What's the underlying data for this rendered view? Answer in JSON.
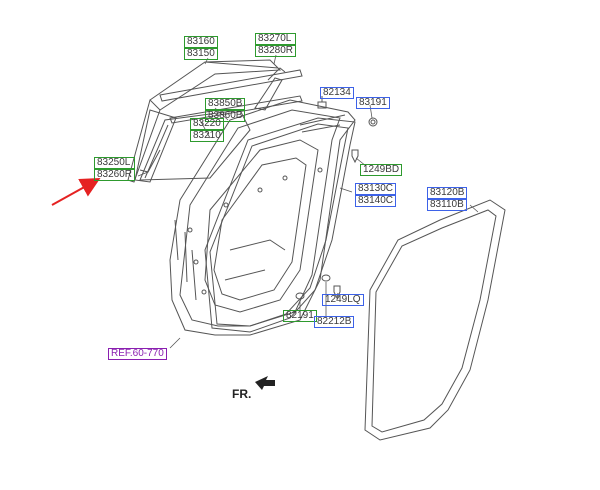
{
  "parts": {
    "p83160": "83160",
    "p83150": "83150",
    "p83270l": "83270L",
    "p83280r": "83280R",
    "p82134": "82134",
    "p83191": "83191",
    "p83850b": "83850B",
    "p83860b": "83860B",
    "p83220": "83220",
    "p83210": "83210",
    "p83250l": "83250L",
    "p83260r": "83260R",
    "p1249bd": "1249BD",
    "p83130c": "83130C",
    "p83140c": "83140C",
    "p83120b": "83120B",
    "p83110b": "83110B",
    "p1249lq": "1249LQ",
    "p82191": "82191",
    "p82212b": "82212B",
    "ref": "REF.60-770"
  },
  "front_label": "FR.",
  "colors": {
    "green_box": "#2e9a2e",
    "blue_box": "#3d62e8",
    "purple_box": "#8a1fb0",
    "arrow": "#e52222",
    "line": "#555555"
  }
}
